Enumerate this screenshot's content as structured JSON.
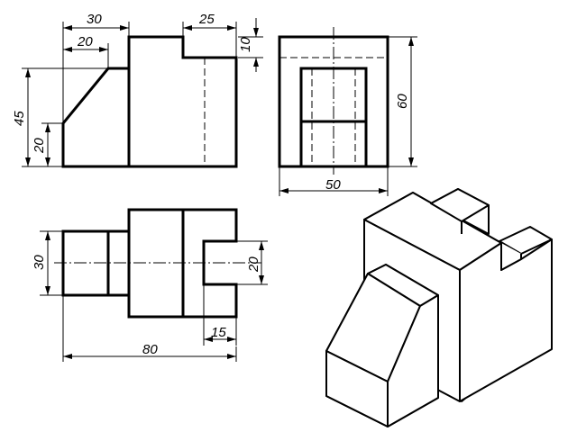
{
  "dimensions": {
    "front_top_width": "30",
    "front_chamfer_width": "20",
    "front_slot_width": "25",
    "front_slot_depth": "10",
    "front_total_height": "45",
    "front_lower_height": "20",
    "side_height": "60",
    "side_width": "50",
    "top_depth": "30",
    "top_slot_width": "20",
    "top_slot_depth": "15",
    "top_total_length": "80"
  }
}
